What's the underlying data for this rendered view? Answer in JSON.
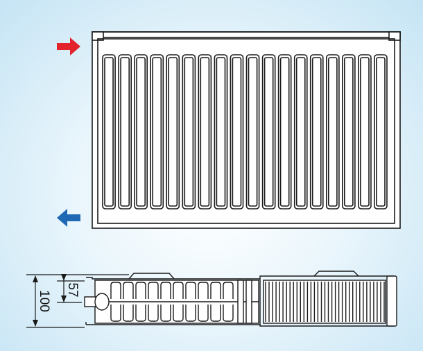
{
  "front_view": {
    "fin_count": 18,
    "inlet_arrow_color": "#e3232c",
    "outlet_arrow_color": "#1f68b3",
    "line_color": "#1a1a1a",
    "panel_fill": "#ffffff"
  },
  "side_view": {
    "dimension_total": "100",
    "dimension_partial": "57",
    "left_fin_columns": 10,
    "right_fin_count": 34,
    "line_color": "#1a1a1a"
  }
}
